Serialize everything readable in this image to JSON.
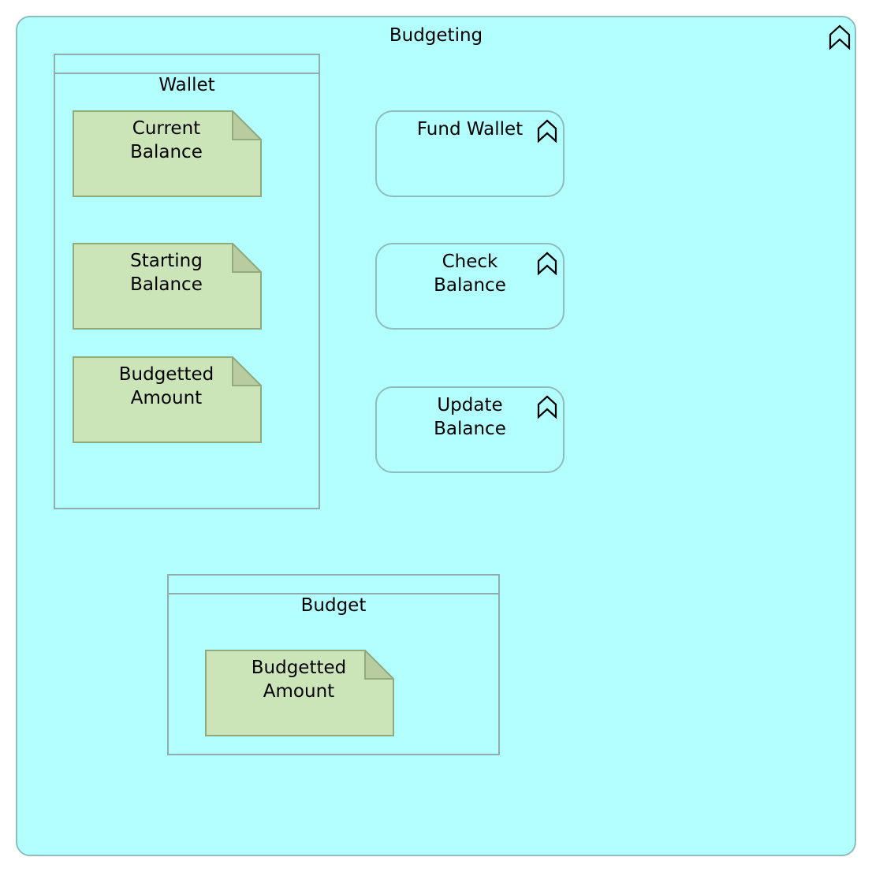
{
  "diagram": {
    "container": {
      "label": "Budgeting",
      "icon": "function-chevron-icon"
    },
    "groups": [
      {
        "label": "Wallet",
        "items": [
          {
            "label": "Current\nBalance"
          },
          {
            "label": "Starting\nBalance"
          },
          {
            "label": "Budgetted\nAmount"
          }
        ]
      },
      {
        "label": "Budget",
        "items": [
          {
            "label": "Budgetted\nAmount"
          }
        ]
      }
    ],
    "processes": [
      {
        "label": "Fund Wallet",
        "icon": "function-chevron-icon"
      },
      {
        "label": "Check\nBalance",
        "icon": "function-chevron-icon"
      },
      {
        "label": "Update\nBalance",
        "icon": "function-chevron-icon"
      }
    ],
    "colors": {
      "function_fill": "#b3ffff",
      "function_border": "#8fbcbc",
      "data_object_fill": "#cce5b8",
      "data_object_border": "#8faa7d"
    }
  }
}
